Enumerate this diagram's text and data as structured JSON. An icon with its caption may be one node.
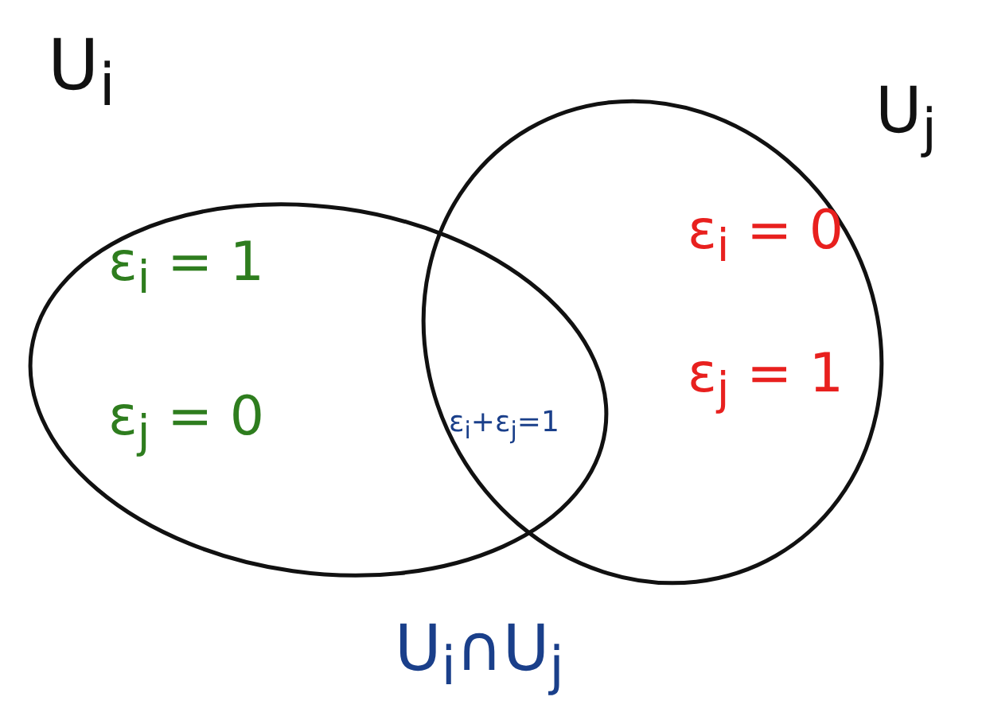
{
  "diagram": {
    "nodes": [
      {
        "text": [
          "U$_{i}$",
          "ε$_{i}$ = 1",
          "ε$_{j}$ = 0"
        ]
      },
      {
        "text": [
          "U$_{j}$",
          "ε$_{i}$ = 0",
          "ε$_{j}$ = 1"
        ]
      }
    ],
    "labels": [
      "ε$_{i}$+ε$_{j}$=1",
      "U$_{i}$∩U$_{j}$"
    ]
  }
}
